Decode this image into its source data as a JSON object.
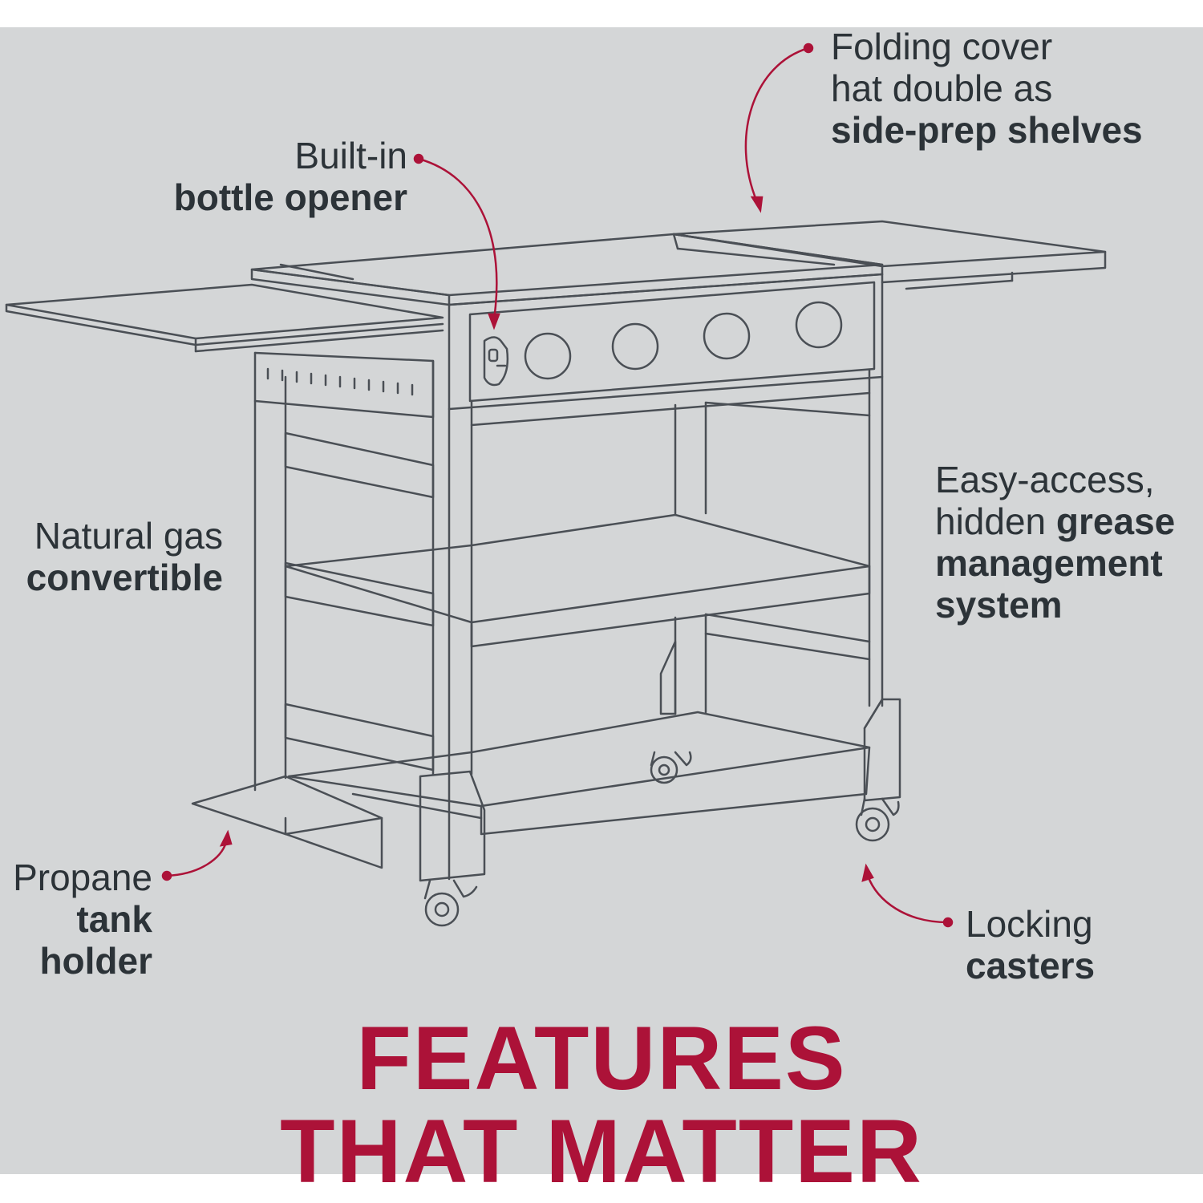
{
  "colors": {
    "background": "#d4d6d7",
    "line_art": "#4a4f55",
    "accent": "#ac1238",
    "text": "#2c3338"
  },
  "callouts": {
    "folding_cover": {
      "line1": "Folding cover",
      "line2": "hat double as",
      "line3": "side-prep shelves"
    },
    "bottle_opener": {
      "line1": "Built-in",
      "line2": "bottle opener"
    },
    "natural_gas": {
      "line1": "Natural gas",
      "line2": "convertible"
    },
    "grease": {
      "line1": "Easy-access,",
      "line2_light": "hidden ",
      "line2_bold": "grease",
      "line3": "management",
      "line4": "system"
    },
    "propane": {
      "line1": "Propane",
      "line2": "tank",
      "line3": "holder"
    },
    "casters": {
      "line1": "Locking",
      "line2": "casters"
    }
  },
  "headline": {
    "line1": "FEATURES",
    "line2": "THAT MATTER"
  }
}
